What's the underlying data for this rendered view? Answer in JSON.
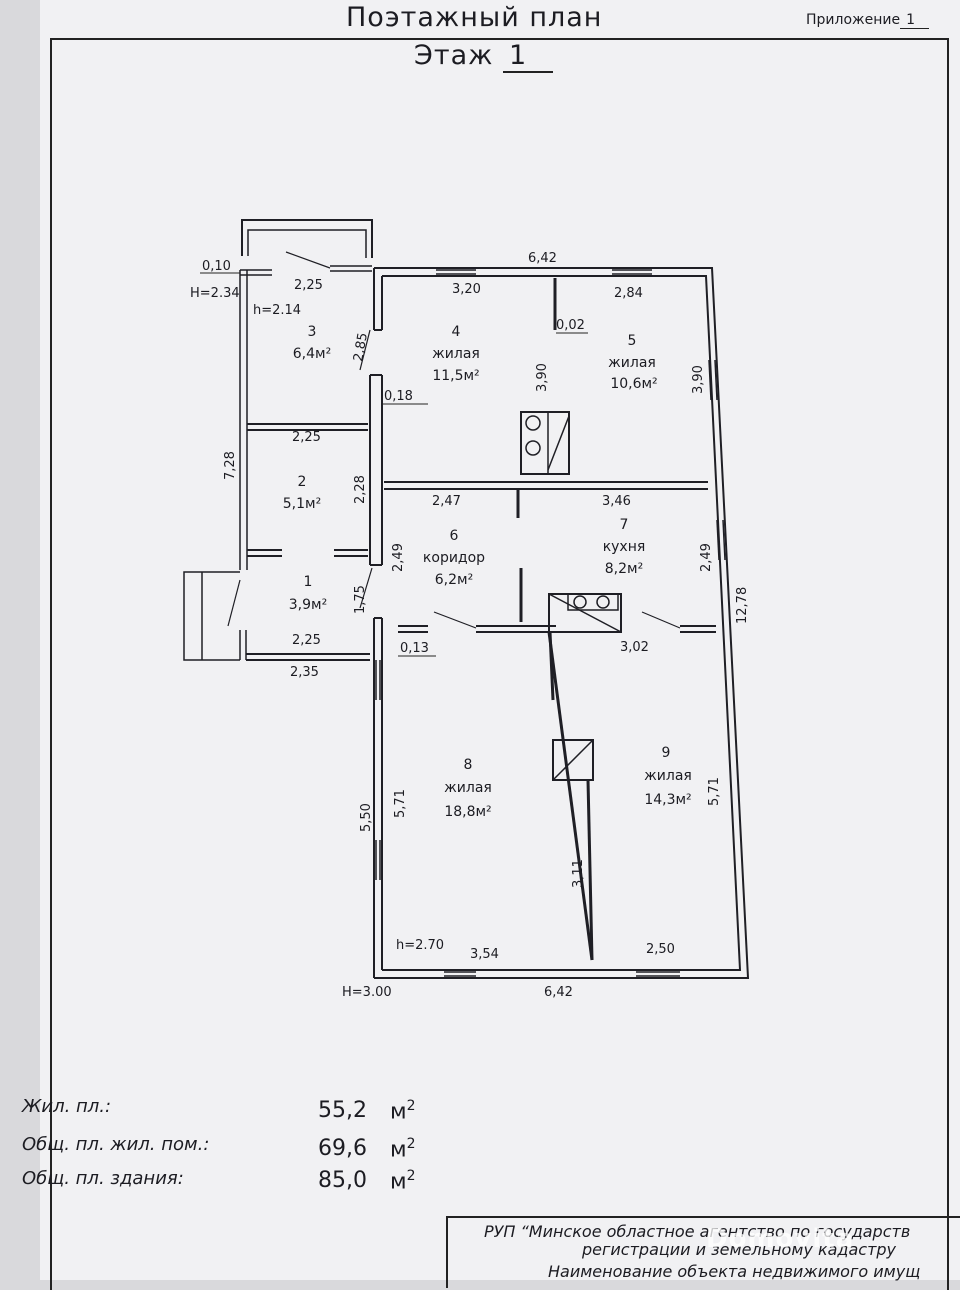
{
  "header": {
    "title": "Поэтажный план",
    "floor_label": "Этаж",
    "floor_number": "1",
    "annex_label": "Приложение",
    "annex_number": "1"
  },
  "rooms": [
    {
      "num": "1",
      "name": "",
      "area": "3,9м²"
    },
    {
      "num": "2",
      "name": "",
      "area": "5,1м²"
    },
    {
      "num": "3",
      "name": "",
      "area": "6,4м²"
    },
    {
      "num": "4",
      "name": "жилая",
      "area": "11,5м²"
    },
    {
      "num": "5",
      "name": "жилая",
      "area": "10,6м²"
    },
    {
      "num": "6",
      "name": "коридор",
      "area": "6,2м²"
    },
    {
      "num": "7",
      "name": "кухня",
      "area": "8,2м²"
    },
    {
      "num": "8",
      "name": "жилая",
      "area": "18,8м²"
    },
    {
      "num": "9",
      "name": "жилая",
      "area": "14,3м²"
    }
  ],
  "dimensions": {
    "top_total": "6,42",
    "room4_top": "3,20",
    "room5_top": "2,84",
    "partition_offset": "0,02",
    "room4_height": "3,90",
    "room5_height": "3,90",
    "room3_width": "2,25",
    "room3_height": "2,85",
    "left_wall_offset": "0,10",
    "porch_height": "H=2.34",
    "room3_ceiling": "h=2.14",
    "wall_gap": "0,18",
    "room2_width": "2,25",
    "room2_height": "2,28",
    "left_total": "7,28",
    "corridor_width": "2,47",
    "kitchen_width": "3,46",
    "corridor_height": "2,49",
    "kitchen_height": "2,49",
    "room1_height": "1,75",
    "room1_width": "2,25",
    "room1_outer": "2,35",
    "door_offset": "0,13",
    "kitchen_lower": "3,02",
    "right_total": "12,78",
    "room8_height": "5,71",
    "room8_outer": "5,50",
    "room9_height": "5,71",
    "partition_height": "3,11",
    "room8_bottom": "3,54",
    "room9_bottom": "2,50",
    "bottom_total": "6,42",
    "building_height": "H=3.00",
    "room8_ceiling": "h=2.70"
  },
  "summary": [
    {
      "label": "Жил. пл.:",
      "value": "55,2",
      "unit": "м",
      "exp": "2"
    },
    {
      "label": "Общ. пл. жил. пом.:",
      "value": "69,6",
      "unit": "м",
      "exp": "2"
    },
    {
      "label": "Общ. пл. здания:",
      "value": "85,0",
      "unit": "м",
      "exp": "2"
    }
  ],
  "stamp": {
    "line1": "РУП “Минское областное агентство по государств",
    "line2": "регистрации и земельному кадастру",
    "line3": "Наименование объекта недвижимого имущ"
  },
  "watermark": "Domovita"
}
